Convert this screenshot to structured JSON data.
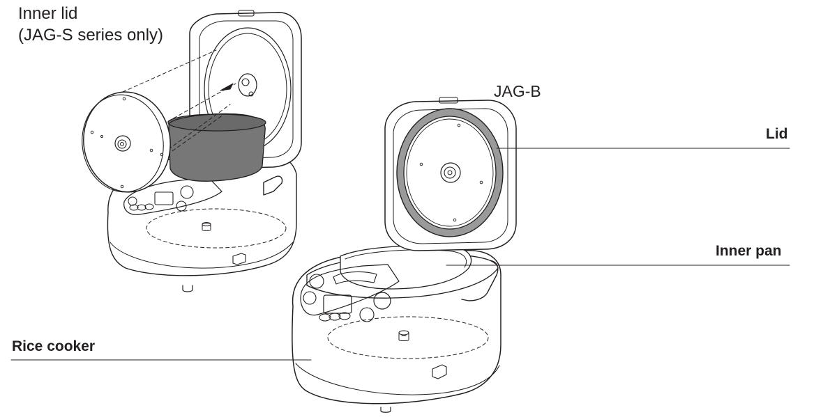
{
  "labels": {
    "inner_lid_line1": "Inner lid",
    "inner_lid_line2": "(JAG-S series only)",
    "model": "JAG-B",
    "lid": "Lid",
    "inner_pan": "Inner pan",
    "rice_cooker": "Rice cooker"
  }
}
